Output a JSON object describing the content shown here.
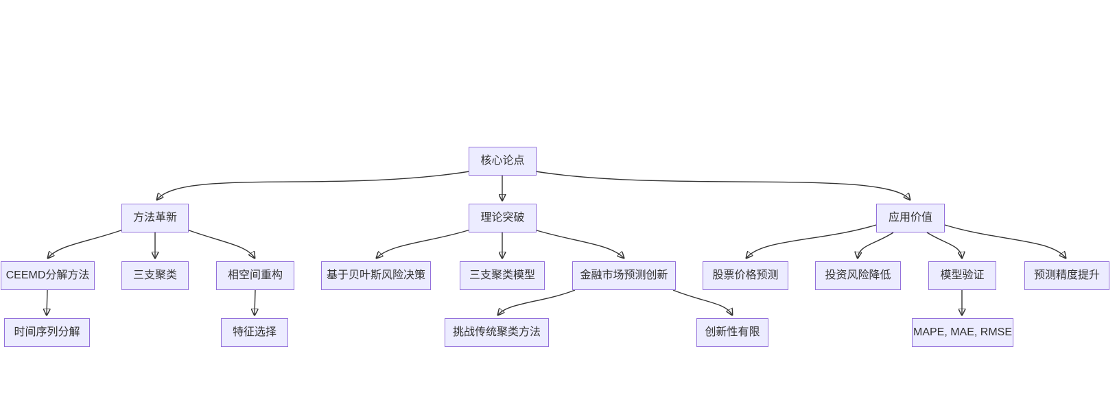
{
  "diagram": {
    "type": "flowchart",
    "direction": "top-down",
    "colors": {
      "background": "#ffffff",
      "node_fill": "#ECECFF",
      "node_border": "#9370DB",
      "node_text": "#333333",
      "edge": "#333333"
    },
    "nodes": [
      {
        "id": "core-thesis",
        "label": "核心论点",
        "level": 1
      },
      {
        "id": "method-innovation",
        "label": "方法革新",
        "level": 2
      },
      {
        "id": "theory-breakthrough",
        "label": "理论突破",
        "level": 2
      },
      {
        "id": "application-value",
        "label": "应用价值",
        "level": 2
      },
      {
        "id": "ceemd-decomposition",
        "label": "CEEMD分解方法",
        "level": 3
      },
      {
        "id": "three-way-clustering",
        "label": "三支聚类",
        "level": 3
      },
      {
        "id": "phase-space-reconstruction",
        "label": "相空间重构",
        "level": 3
      },
      {
        "id": "bayesian-risk-decision",
        "label": "基于贝叶斯风险决策",
        "level": 3
      },
      {
        "id": "three-way-clustering-model",
        "label": "三支聚类模型",
        "level": 3
      },
      {
        "id": "financial-market-prediction-innovation",
        "label": "金融市场预测创新",
        "level": 3
      },
      {
        "id": "stock-price-prediction",
        "label": "股票价格预测",
        "level": 3
      },
      {
        "id": "investment-risk-reduction",
        "label": "投资风险降低",
        "level": 3
      },
      {
        "id": "model-validation",
        "label": "模型验证",
        "level": 3
      },
      {
        "id": "prediction-accuracy-improvement",
        "label": "预测精度提升",
        "level": 3
      },
      {
        "id": "time-series-decomposition",
        "label": "时间序列分解",
        "level": 4
      },
      {
        "id": "feature-selection",
        "label": "特征选择",
        "level": 4
      },
      {
        "id": "challenge-traditional-clustering",
        "label": "挑战传统聚类方法",
        "level": 4
      },
      {
        "id": "limited-innovation",
        "label": "创新性有限",
        "level": 4
      },
      {
        "id": "evaluation-metrics",
        "label": "MAPE, MAE, RMSE",
        "level": 4
      }
    ],
    "edges": [
      [
        "core-thesis",
        "method-innovation"
      ],
      [
        "core-thesis",
        "theory-breakthrough"
      ],
      [
        "core-thesis",
        "application-value"
      ],
      [
        "method-innovation",
        "ceemd-decomposition"
      ],
      [
        "method-innovation",
        "three-way-clustering"
      ],
      [
        "method-innovation",
        "phase-space-reconstruction"
      ],
      [
        "ceemd-decomposition",
        "time-series-decomposition"
      ],
      [
        "phase-space-reconstruction",
        "feature-selection"
      ],
      [
        "theory-breakthrough",
        "bayesian-risk-decision"
      ],
      [
        "theory-breakthrough",
        "three-way-clustering-model"
      ],
      [
        "theory-breakthrough",
        "financial-market-prediction-innovation"
      ],
      [
        "financial-market-prediction-innovation",
        "challenge-traditional-clustering"
      ],
      [
        "financial-market-prediction-innovation",
        "limited-innovation"
      ],
      [
        "application-value",
        "stock-price-prediction"
      ],
      [
        "application-value",
        "investment-risk-reduction"
      ],
      [
        "application-value",
        "model-validation"
      ],
      [
        "application-value",
        "prediction-accuracy-improvement"
      ],
      [
        "model-validation",
        "evaluation-metrics"
      ]
    ]
  }
}
